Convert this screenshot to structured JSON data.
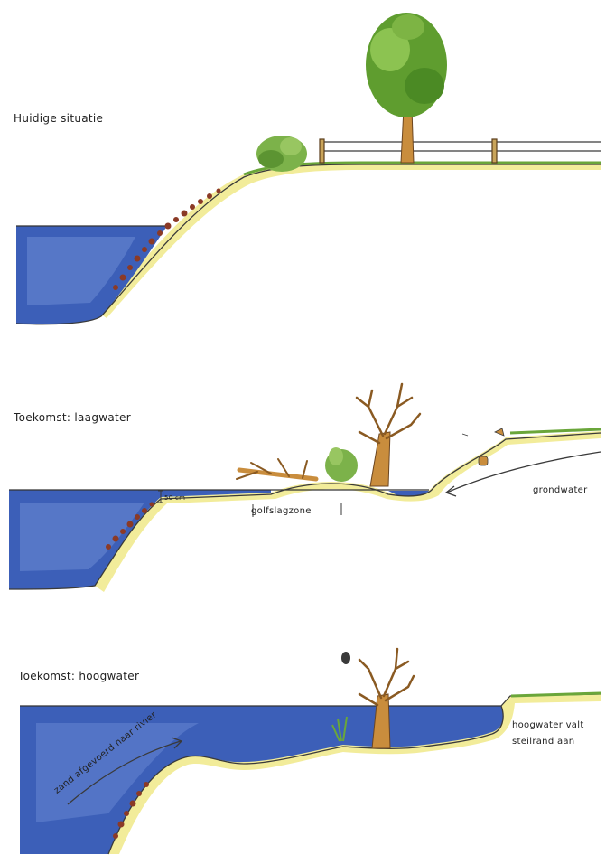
{
  "panels": [
    {
      "title": "Huidige situatie"
    },
    {
      "title": "Toekomst: laagwater"
    },
    {
      "title": "Toekomst: hoogwater"
    }
  ],
  "annotations": {
    "depth_marker": "50 cm",
    "wave_zone": "golfslagzone",
    "groundwater": "grondwater",
    "high_water_line1": "hoogwater valt",
    "high_water_line2": "steilrand aan",
    "erosion_arrow": "zand afgevoerd naar rivier"
  },
  "colors": {
    "water": "#3c5fb8",
    "water_light": "#6f8fd6",
    "bank": "#f2ec9a",
    "grass": "#6aa63a",
    "tree_canopy": "#5f9d2f",
    "dead_wood": "#c98d3d",
    "shrub": "#7cb24a",
    "stones": "#8b3a26",
    "line": "#3a3a3a"
  }
}
